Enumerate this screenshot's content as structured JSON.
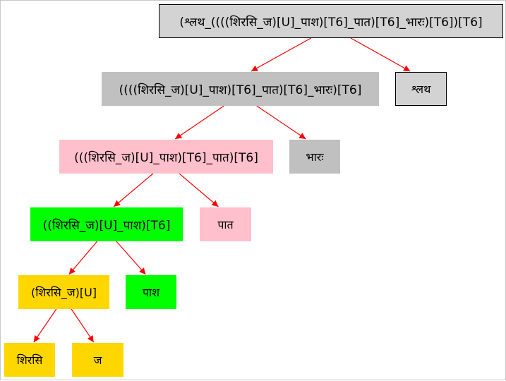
{
  "colors": {
    "grey": "#c0c0c0",
    "light_grey": "#d3d3d3",
    "pink": "#ffc0cb",
    "green": "#00ff00",
    "gold": "#ffd700",
    "edge": "#ff0000"
  },
  "nodes": {
    "root": {
      "label": "(श्लथ_((((शिरसि_ज)[U]_पाश)[T6]_पात)[T6]_भारः)[T6])[T6]",
      "color": "#d3d3d3"
    },
    "l1": {
      "label": "((((शिरसि_ज)[U]_पाश)[T6]_पात)[T6]_भारः)[T6]",
      "color": "#c0c0c0"
    },
    "shla": {
      "label": "श्लथ",
      "color": "#d3d3d3"
    },
    "l2": {
      "label": "(((शिरसि_ज)[U]_पाश)[T6]_पात)[T6]",
      "color": "#ffc0cb"
    },
    "bhara": {
      "label": "भारः",
      "color": "#c0c0c0"
    },
    "l3": {
      "label": "((शिरसि_ज)[U]_पाश)[T6]",
      "color": "#00ff00"
    },
    "pata": {
      "label": "पात",
      "color": "#ffc0cb"
    },
    "l4": {
      "label": "(शिरसि_ज)[U]",
      "color": "#ffd700"
    },
    "pasha": {
      "label": "पाश",
      "color": "#00ff00"
    },
    "shira": {
      "label": "शिरसि",
      "color": "#ffd700"
    },
    "ja": {
      "label": "ज",
      "color": "#ffd700"
    }
  },
  "edges": [
    [
      "root",
      "l1"
    ],
    [
      "root",
      "shla"
    ],
    [
      "l1",
      "l2"
    ],
    [
      "l1",
      "bhara"
    ],
    [
      "l2",
      "l3"
    ],
    [
      "l2",
      "pata"
    ],
    [
      "l3",
      "l4"
    ],
    [
      "l3",
      "pasha"
    ],
    [
      "l4",
      "shira"
    ],
    [
      "l4",
      "ja"
    ]
  ]
}
